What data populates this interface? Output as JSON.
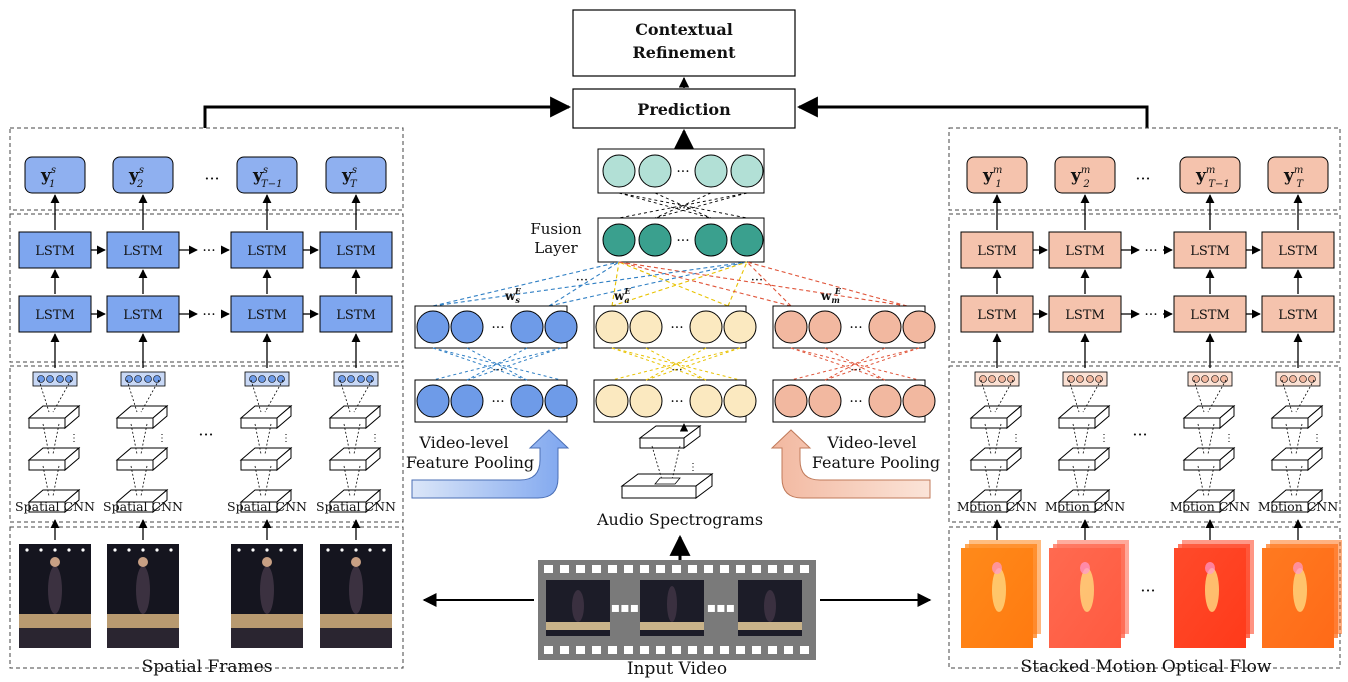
{
  "top": {
    "contextual_line1": "Contextual",
    "contextual_line2": "Refinement",
    "prediction": "Prediction"
  },
  "left": {
    "outputs": [
      "y",
      "y",
      "y",
      "y"
    ],
    "output_sup": "s",
    "output_subs": [
      "1",
      "2",
      "T−1",
      "T"
    ],
    "lstm": "LSTM",
    "cnn_label": "Spatial CNN",
    "ellipsis": "···",
    "caption": "Spatial Frames"
  },
  "right": {
    "outputs": [
      "y",
      "y",
      "y",
      "y"
    ],
    "output_sup": "m",
    "output_subs": [
      "1",
      "2",
      "T−1",
      "T"
    ],
    "lstm": "LSTM",
    "cnn_label": "Motion CNN",
    "ellipsis": "···",
    "caption": "Stacked Motion Optical Flow"
  },
  "center": {
    "fusion_line1": "Fusion",
    "fusion_line2": "Layer",
    "w_s": "w",
    "w_s_sup": "E",
    "w_s_sub": "s",
    "w_a": "w",
    "w_a_sup": "E",
    "w_a_sub": "a",
    "w_m": "w",
    "w_m_sup": "E",
    "w_m_sub": "m",
    "pool_left_line1": "Video-level",
    "pool_left_line2": "Feature Pooling",
    "pool_right_line1": "Video-level",
    "pool_right_line2": "Feature Pooling",
    "audio": "Audio Spectrograms",
    "input": "Input Video",
    "ellipsis": "···"
  },
  "colors": {
    "blue_fill": "#6e9be8",
    "blue_lstm": "#7ea6ef",
    "orange_fill": "#f2b8a0",
    "orange_lstm": "#f5c3ad",
    "yellow_fill": "#fbe9c0",
    "teal_dark": "#3aa08e",
    "teal_light": "#b2e0d6",
    "blue_line": "#2f7fc4",
    "yellow_line": "#e8c200",
    "red_line": "#e0553a"
  }
}
